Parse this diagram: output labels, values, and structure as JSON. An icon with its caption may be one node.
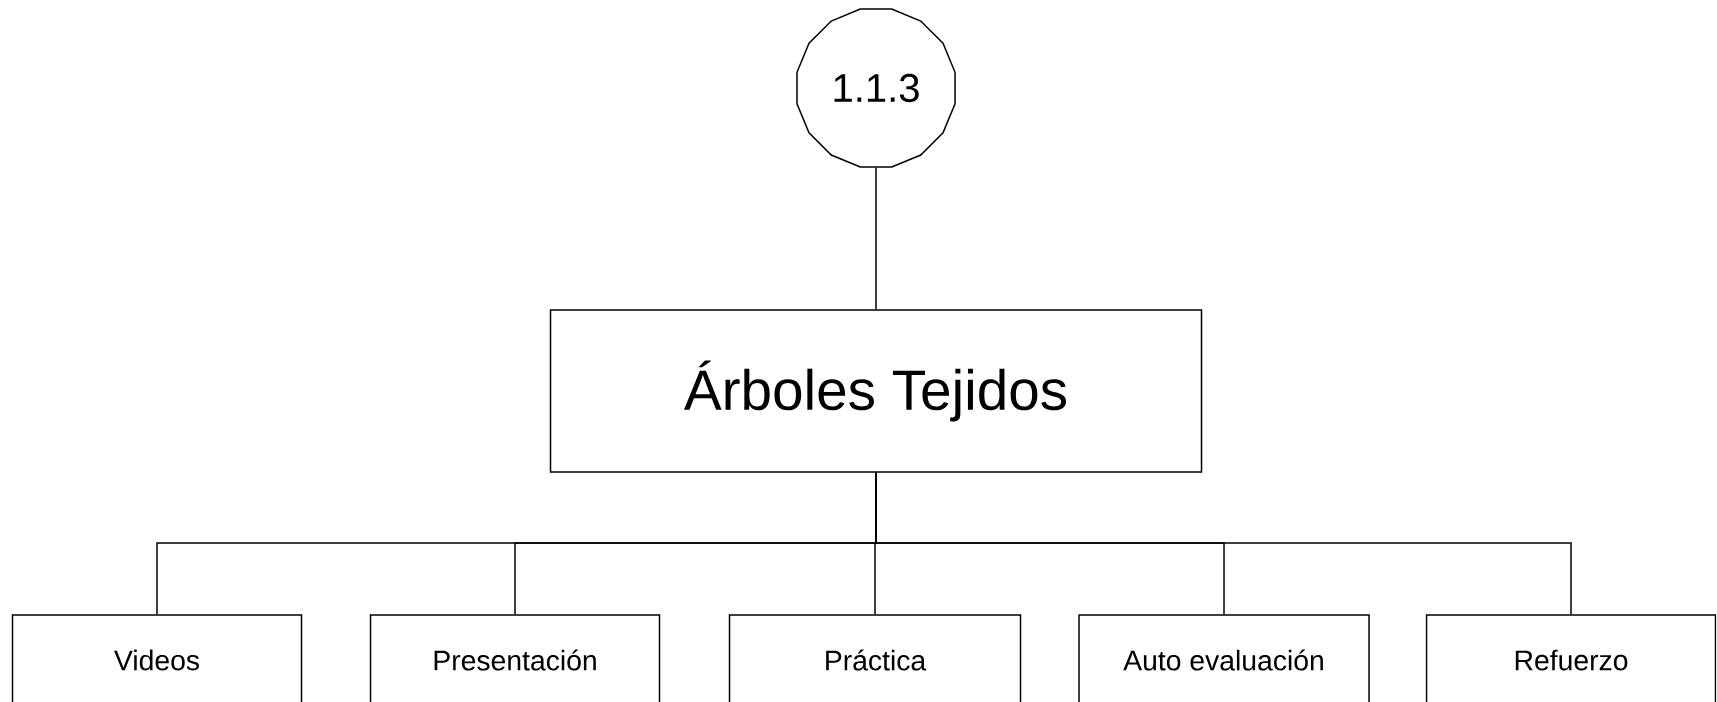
{
  "diagram": {
    "nodes": [
      {
        "text": [
          "1.1.3"
        ]
      },
      {
        "text": [
          "Árboles Tejidos"
        ]
      },
      {
        "text": [
          "Videos"
        ]
      },
      {
        "text": [
          "Presentación"
        ]
      },
      {
        "text": [
          "Práctica"
        ]
      },
      {
        "text": [
          "Auto evaluación"
        ]
      },
      {
        "text": [
          "Refuerzo"
        ]
      }
    ],
    "edges": [
      {
        "from": 0,
        "to": 1,
        "arrow": "none"
      },
      {
        "from": 1,
        "to": 2,
        "arrow": "none"
      },
      {
        "from": 1,
        "to": 3,
        "arrow": "none"
      },
      {
        "from": 1,
        "to": 4,
        "arrow": "none"
      },
      {
        "from": 1,
        "to": 5,
        "arrow": "none"
      },
      {
        "from": 1,
        "to": 6,
        "arrow": "none"
      }
    ]
  }
}
